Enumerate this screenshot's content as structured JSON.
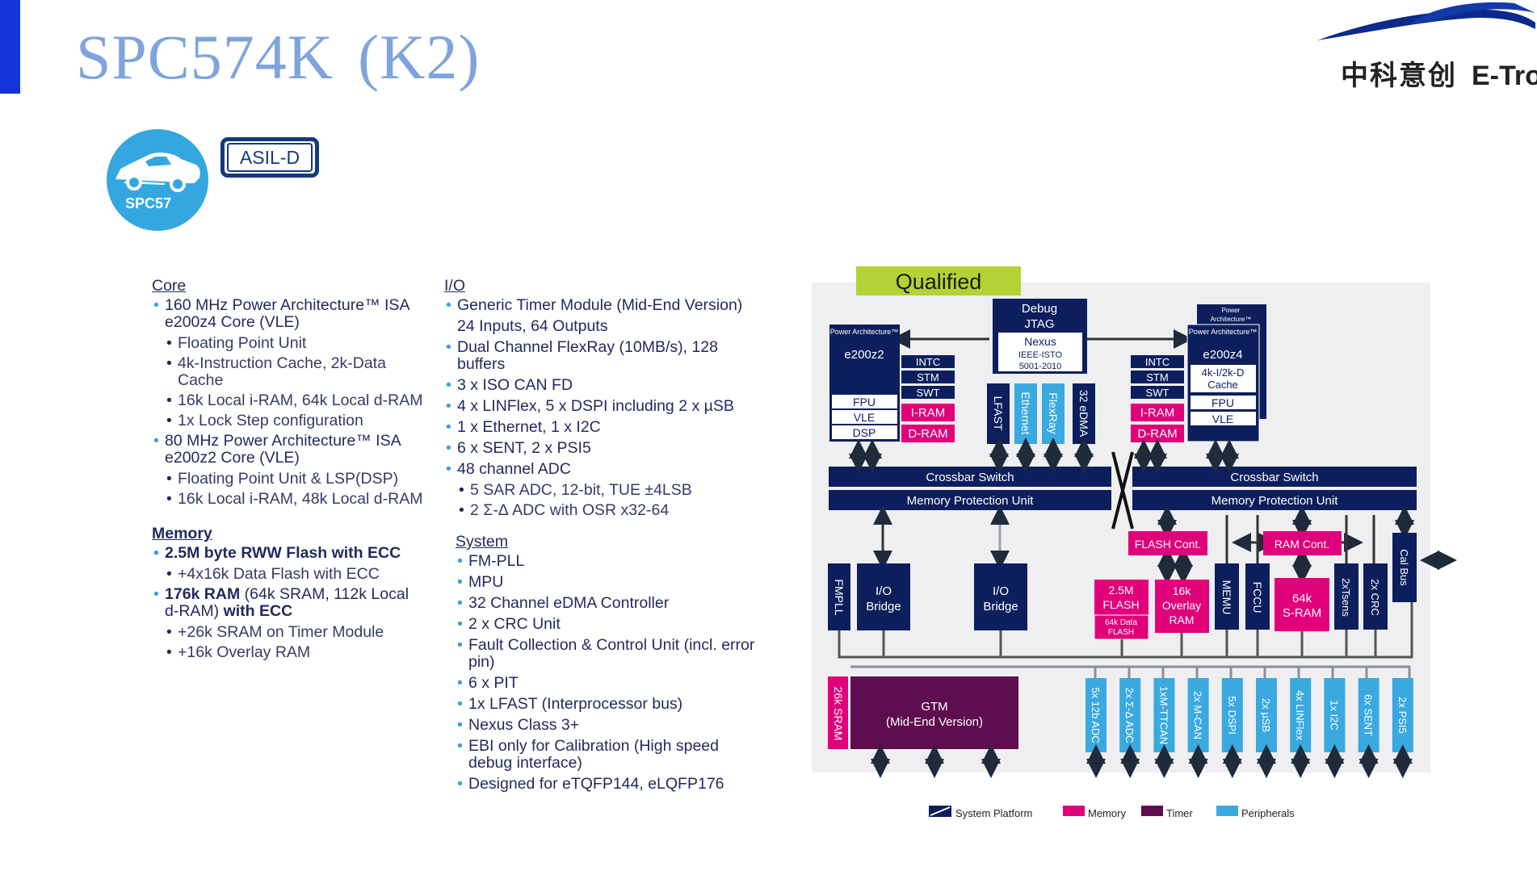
{
  "header": {
    "title_main": "SPC574K",
    "title_paren": "(K2)",
    "logo_cn": "中科意创",
    "logo_en": "E-Tronic"
  },
  "badges": {
    "spc": "SPC57",
    "asil": "ASIL-D"
  },
  "core": {
    "heading": "Core",
    "i1": "160 MHz Power Architecture™ ISA e200z4 Core (VLE)",
    "i1a": "Floating Point Unit",
    "i1b": "4k-Instruction Cache, 2k-Data Cache",
    "i1c": "16k Local i-RAM, 64k Local d-RAM",
    "i1d": "1x Lock Step configuration",
    "i2": "80 MHz Power Architecture™ ISA e200z2 Core (VLE)",
    "i2a": "Floating Point Unit & LSP(DSP)",
    "i2b": "16k Local i-RAM, 48k Local d-RAM"
  },
  "memory": {
    "heading": "Memory",
    "i1": "2.5M byte RWW Flash with ECC",
    "i1a": "+4x16k Data Flash with ECC",
    "i2_bold1": "176k RAM",
    "i2_mid": " (64k SRAM, 112k Local d-RAM) ",
    "i2_bold2": "with ECC",
    "i2a": "+26k SRAM on Timer Module",
    "i2b": "+16k Overlay RAM"
  },
  "io": {
    "heading": "I/O",
    "i1": "Generic Timer Module (Mid-End Version)",
    "i1a": "24 Inputs, 64 Outputs",
    "i2": "Dual Channel FlexRay (10MB/s), 128 buffers",
    "i3": "3 x ISO CAN FD",
    "i4": "4 x LINFlex, 5 x DSPI including 2 x µSB",
    "i5": "1 x Ethernet, 1 x I2C",
    "i6": "6 x SENT, 2 x PSI5",
    "i7": "48 channel ADC",
    "i7a": "5 SAR ADC, 12-bit, TUE ±4LSB",
    "i7b": "2 Σ-Δ ADC with OSR x32-64"
  },
  "system": {
    "heading": "System",
    "items": [
      "FM-PLL",
      "MPU",
      "32 Channel eDMA Controller",
      "2 x CRC Unit",
      "Fault Collection & Control Unit (incl. error pin)",
      "6 x PIT",
      "1x LFAST (Interprocessor bus)",
      "Nexus Class 3+",
      "EBI only for Calibration (High speed debug interface)",
      "Designed for eTQFP144, eLQFP176"
    ]
  },
  "diagram": {
    "qualified": "Qualified",
    "colors": {
      "platform": "#0c1f5c",
      "memory": "#e0007a",
      "timer": "#5e0d4e",
      "peripheral": "#3aa9e0",
      "qualified": "#b2d235"
    },
    "core_small": {
      "pa": "Power Architecture™",
      "name": "e200z2",
      "fpu": "FPU",
      "vle": "VLE",
      "dsp": "DSP"
    },
    "core_big": {
      "pa": "Power Architecture™",
      "name": "e200z4",
      "cache": "4k-I/2k-D Cache",
      "fpu": "FPU",
      "vle": "VLE"
    },
    "left_stack": {
      "intc": "INTC",
      "stm": "STM",
      "swt": "SWT",
      "iram": "I-RAM",
      "dram": "D-RAM"
    },
    "right_stack": {
      "intc": "INTC",
      "stm": "STM",
      "swt": "SWT",
      "iram": "I-RAM",
      "dram": "D-RAM"
    },
    "debug": {
      "l1": "Debug",
      "l2": "JTAG",
      "l3": "Nexus",
      "l4": "IEEE-ISTO",
      "l5": "5001-2010"
    },
    "vert_top": [
      "LFAST",
      "Ethernet",
      "FlexRay",
      "32 eDMA"
    ],
    "crossbar": "Crossbar Switch",
    "mpu": "Memory Protection Unit",
    "flash_cont": "FLASH Cont.",
    "ram_cont": "RAM Cont.",
    "fmpll": "FMPLL",
    "io_bridge": "I/O Bridge",
    "flash25": "2.5M FLASH",
    "dataflash": "64k Data FLASH",
    "overlay": "16k Overlay RAM",
    "memu": "MEMU",
    "fccu": "FCCU",
    "sram64": "64k S-RAM",
    "tsens": "2xTsens",
    "crc": "2x CRC",
    "calbus": "Cal Bus",
    "sram26": "26k SRAM",
    "gtm1": "GTM",
    "gtm2": "(Mid-End Version)",
    "periph": [
      "5x 12b ADC",
      "2x Σ-Δ ADC",
      "1xM-TTCAN",
      "2x M-CAN",
      "5x DSPI",
      "2x µSB",
      "4x LINFlex",
      "1x I2C",
      "6x SENT",
      "2x PSI5"
    ],
    "legend": {
      "platform": "System Platform",
      "memory": "Memory",
      "timer": "Timer",
      "peripherals": "Peripherals"
    }
  }
}
